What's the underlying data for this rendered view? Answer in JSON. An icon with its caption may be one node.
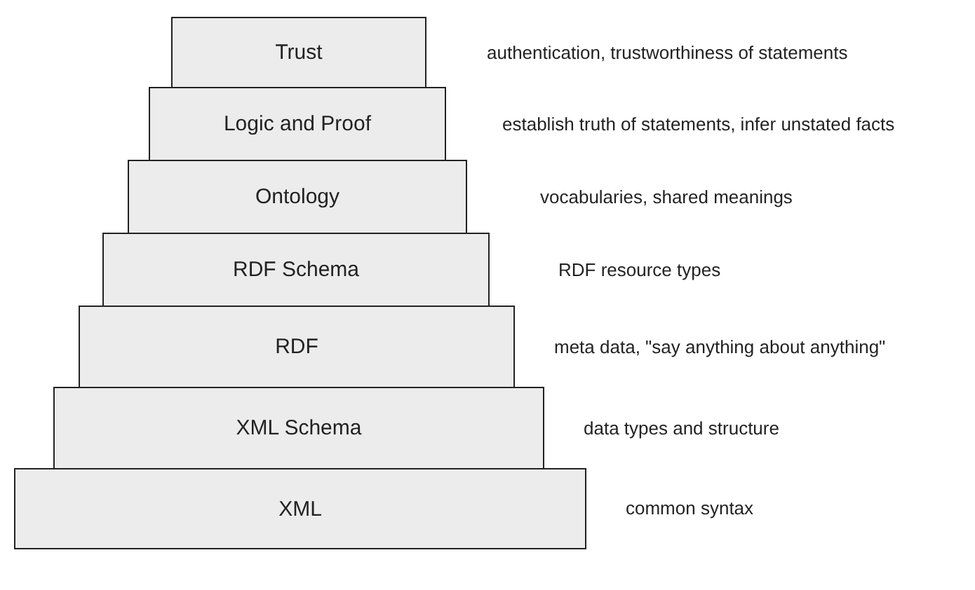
{
  "diagram": {
    "nodes": [
      {
        "text": [
          "Trust"
        ],
        "beside": [
          "authentication, trustworthiness of statements"
        ]
      },
      {
        "text": [
          "Logic and Proof"
        ],
        "beside": [
          "establish truth of statements, infer unstated facts"
        ]
      },
      {
        "text": [
          "Ontology"
        ],
        "beside": [
          "vocabularies, shared meanings"
        ]
      },
      {
        "text": [
          "RDF Schema"
        ],
        "beside": [
          "RDF resource types"
        ]
      },
      {
        "text": [
          "RDF"
        ],
        "beside": [
          "meta data, \"say anything about anything\""
        ]
      },
      {
        "text": [
          "XML Schema"
        ],
        "beside": [
          "data types and structure"
        ]
      },
      {
        "text": [
          "XML"
        ],
        "beside": [
          "common syntax"
        ]
      }
    ]
  }
}
